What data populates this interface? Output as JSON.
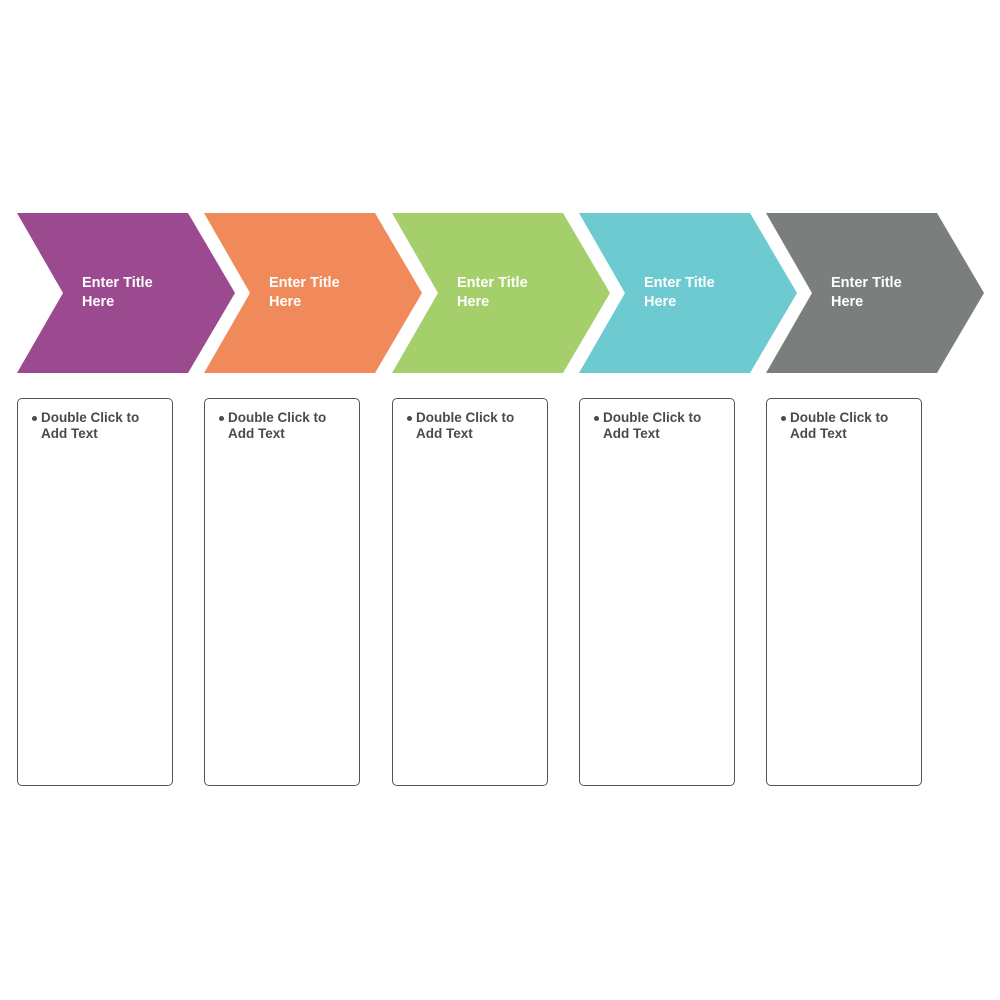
{
  "steps": [
    {
      "title": "Enter Title Here",
      "title_line1": "Enter Title",
      "title_line2": "Here",
      "color": "#9b4a90",
      "text": "Double Click to Add Text",
      "text_line1": "Double Click to",
      "text_line2": "Add Text"
    },
    {
      "title": "Enter Title Here",
      "title_line1": "Enter Title",
      "title_line2": "Here",
      "color": "#f08a5a",
      "text": "Double Click to Add Text",
      "text_line1": "Double Click to",
      "text_line2": "Add Text"
    },
    {
      "title": "Enter Title Here",
      "title_line1": "Enter Title",
      "title_line2": "Here",
      "color": "#a5cf6b",
      "text": "Double Click to Add Text",
      "text_line1": "Double Click to",
      "text_line2": "Add Text"
    },
    {
      "title": "Enter Title Here",
      "title_line1": "Enter Title",
      "title_line2": "Here",
      "color": "#6ccad0",
      "text": "Double Click to Add Text",
      "text_line1": "Double Click to",
      "text_line2": "Add Text"
    },
    {
      "title": "Enter Title Here",
      "title_line1": "Enter Title",
      "title_line2": "Here",
      "color": "#7a7f7e",
      "text": "Double Click to Add Text",
      "text_line1": "Double Click to",
      "text_line2": "Add Text"
    }
  ]
}
